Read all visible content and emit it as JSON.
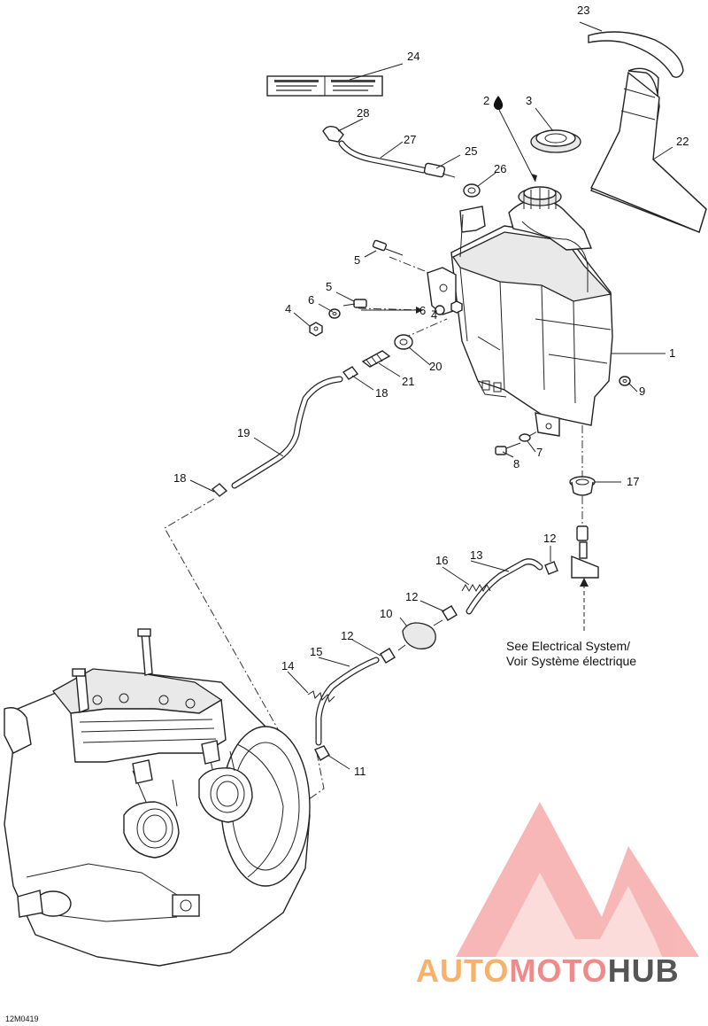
{
  "callouts": {
    "c1": "1",
    "c2": "2",
    "c3": "3",
    "c4a": "4",
    "c4b": "4",
    "c5a": "5",
    "c5b": "5",
    "c6a": "6",
    "c6b": "6",
    "c7": "7",
    "c8": "8",
    "c9": "9",
    "c10": "10",
    "c11": "11",
    "c12a": "12",
    "c12b": "12",
    "c12c": "12",
    "c13": "13",
    "c14": "14",
    "c15": "15",
    "c16": "16",
    "c17": "17",
    "c18a": "18",
    "c18b": "18",
    "c19": "19",
    "c20": "20",
    "c21": "21",
    "c22": "22",
    "c23": "23",
    "c24": "24",
    "c25": "25",
    "c26": "26",
    "c27": "27",
    "c28": "28"
  },
  "note": {
    "line1": "See Electrical System/",
    "line2": "Voir Système électrique"
  },
  "figure_code": "12M0419",
  "watermark": {
    "part1": "AUTO",
    "part2": "MOTO",
    "part3": "HUB"
  },
  "colors": {
    "watermark_orange": "#f6b26b",
    "watermark_red": "#f08a8a",
    "watermark_dark": "#555555",
    "line": "#222222"
  },
  "icons": {
    "oil_drop": "oil-drop-icon"
  }
}
